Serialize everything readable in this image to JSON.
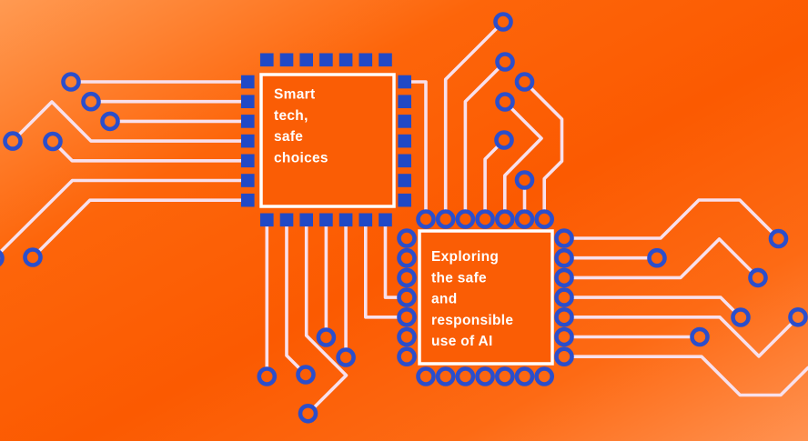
{
  "illustration": {
    "theme": "circuit-board banner about safe AI use",
    "chips": [
      {
        "id": "smart-tech-chip",
        "lines": [
          "Smart",
          "tech,",
          "safe",
          "choices"
        ]
      },
      {
        "id": "ai-use-chip",
        "lines": [
          "Exploring",
          "the safe",
          "and",
          "responsible",
          "use of AI"
        ]
      }
    ]
  },
  "colors": {
    "bg_light": "#ff9a52",
    "bg_mid": "#fd650a",
    "bg_deep": "#fb5a01",
    "bg_mid2": "#fd6a14",
    "bg_light2": "#ff9251",
    "trace_pink": "#f8e0ec",
    "ring_blue": "#2b4ecb",
    "pin_blue": "#2149c6",
    "chip_fill": "#fa5d05",
    "chip_border": "#ffffff",
    "text_white": "#ffffff"
  }
}
